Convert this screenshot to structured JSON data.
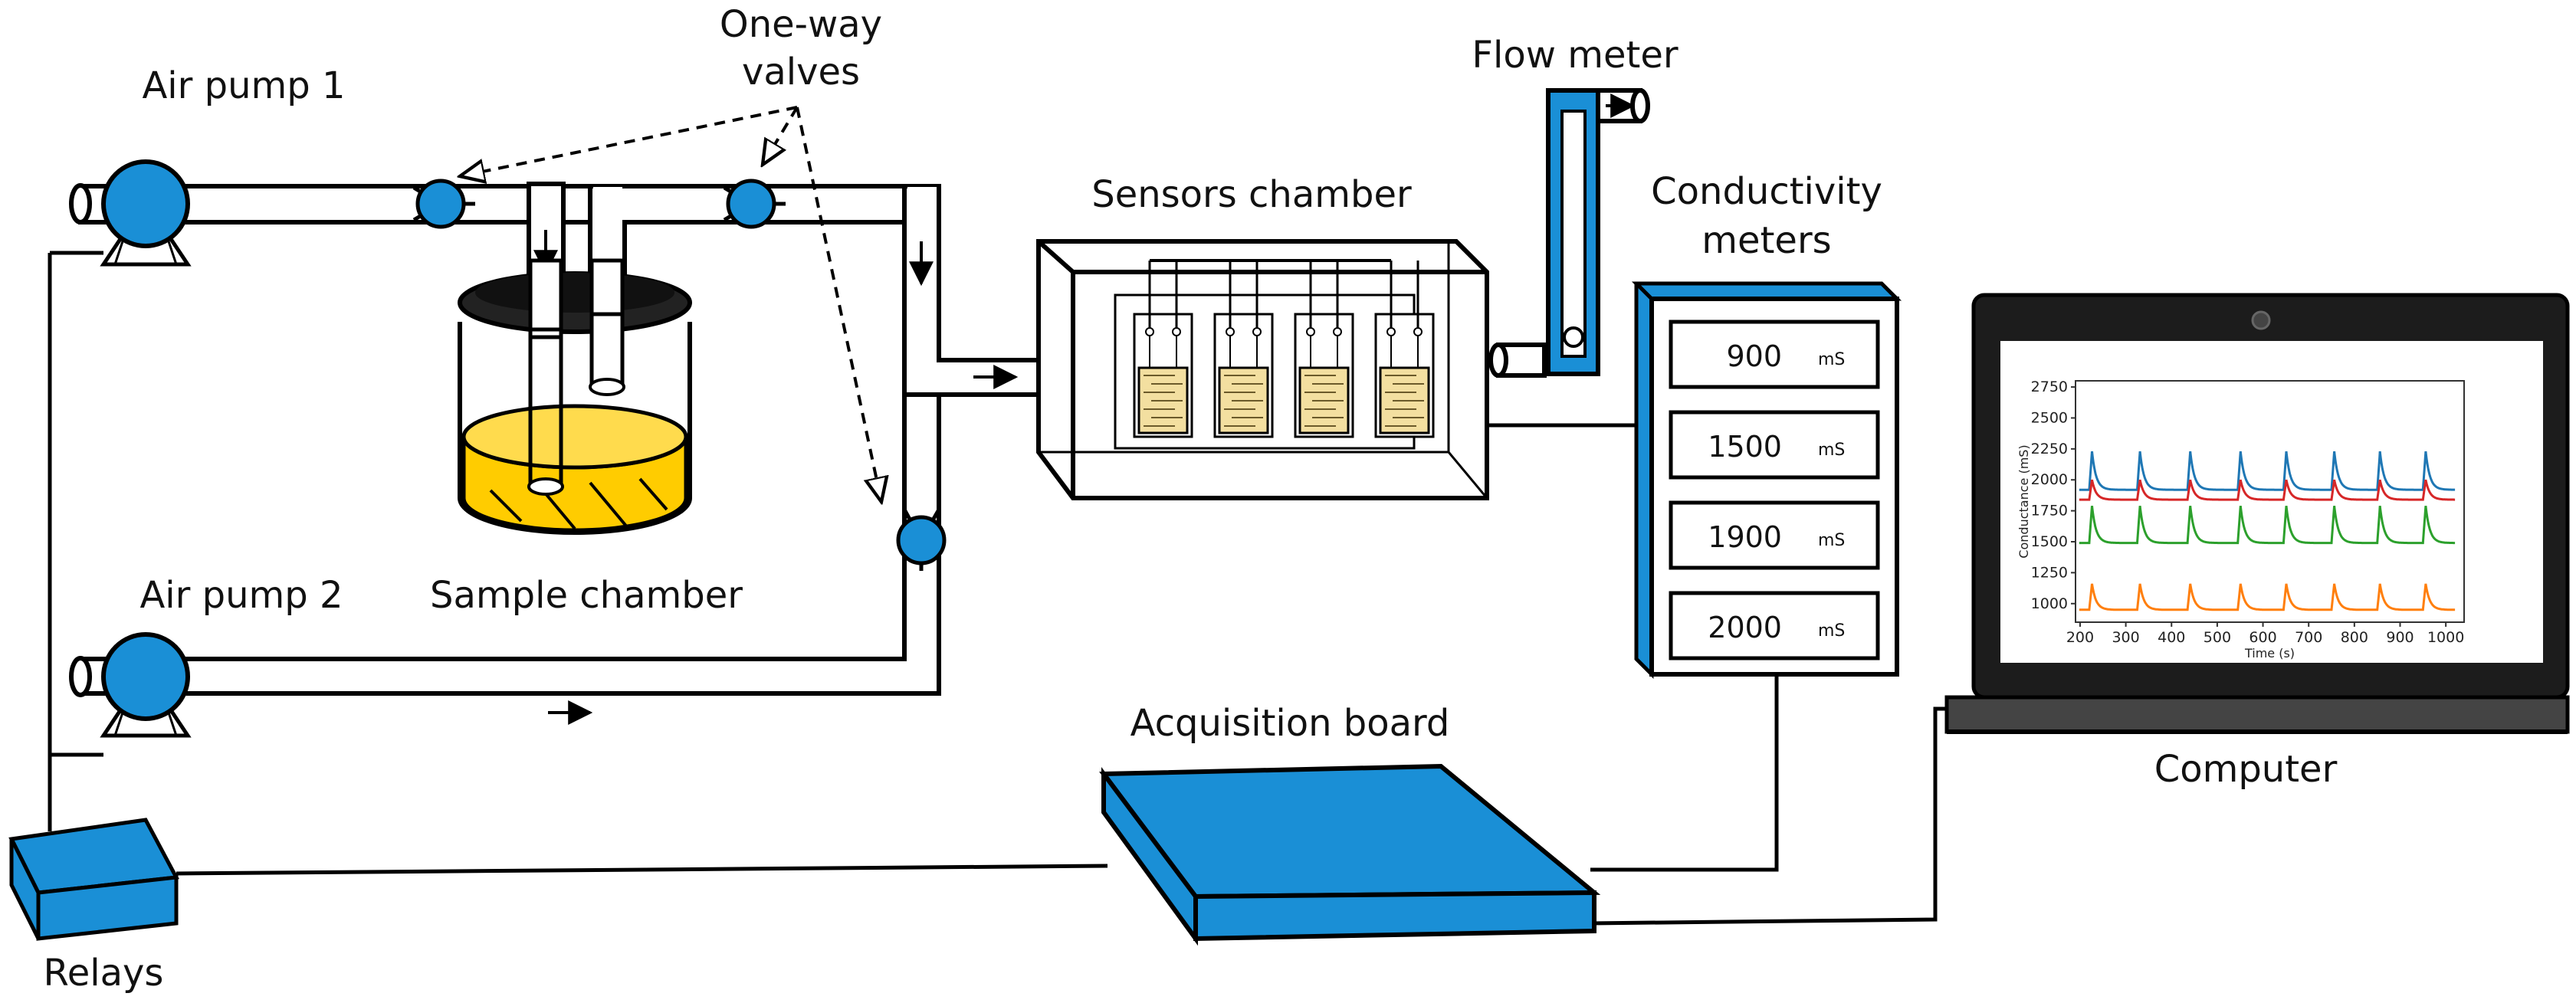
{
  "labels": {
    "air_pump_1": "Air pump 1",
    "air_pump_2": "Air pump 2",
    "one_way_valves_line1": "One-way",
    "one_way_valves_line2": "valves",
    "flow_meter": "Flow meter",
    "sensors_chamber": "Sensors chamber",
    "conductivity_meters_line1": "Conductivity",
    "conductivity_meters_line2": "meters",
    "sample_chamber": "Sample chamber",
    "acquisition_board": "Acquisition board",
    "computer": "Computer",
    "relays": "Relays"
  },
  "meters": [
    {
      "value": "900",
      "unit": "mS"
    },
    {
      "value": "1500",
      "unit": "mS"
    },
    {
      "value": "1900",
      "unit": "mS"
    },
    {
      "value": "2000",
      "unit": "mS"
    }
  ],
  "colors": {
    "component_blue": "#1a8fd6",
    "liquid_yellow": "#ffcc00",
    "sensor_tan": "#f3dfa0",
    "screen_bezel": "#1c1c1c"
  },
  "chart_data": {
    "type": "line",
    "xlabel": "Time (s)",
    "ylabel": "Conductance (mS)",
    "xlim": [
      190,
      1040
    ],
    "ylim": [
      850,
      2800
    ],
    "x_ticks": [
      200,
      300,
      400,
      500,
      600,
      700,
      800,
      900,
      1000
    ],
    "y_ticks": [
      1000,
      1250,
      1500,
      1750,
      2000,
      2250,
      2500,
      2750
    ],
    "pulse_times": [
      220,
      325,
      435,
      545,
      645,
      750,
      850,
      950
    ],
    "series": [
      {
        "color": "#1f77b4",
        "baseline": 1920,
        "peak": 2230
      },
      {
        "color": "#d62728",
        "baseline": 1840,
        "peak": 2000
      },
      {
        "color": "#2ca02c",
        "baseline": 1490,
        "peak": 1790
      },
      {
        "color": "#ff7f0e",
        "baseline": 950,
        "peak": 1160
      }
    ]
  }
}
